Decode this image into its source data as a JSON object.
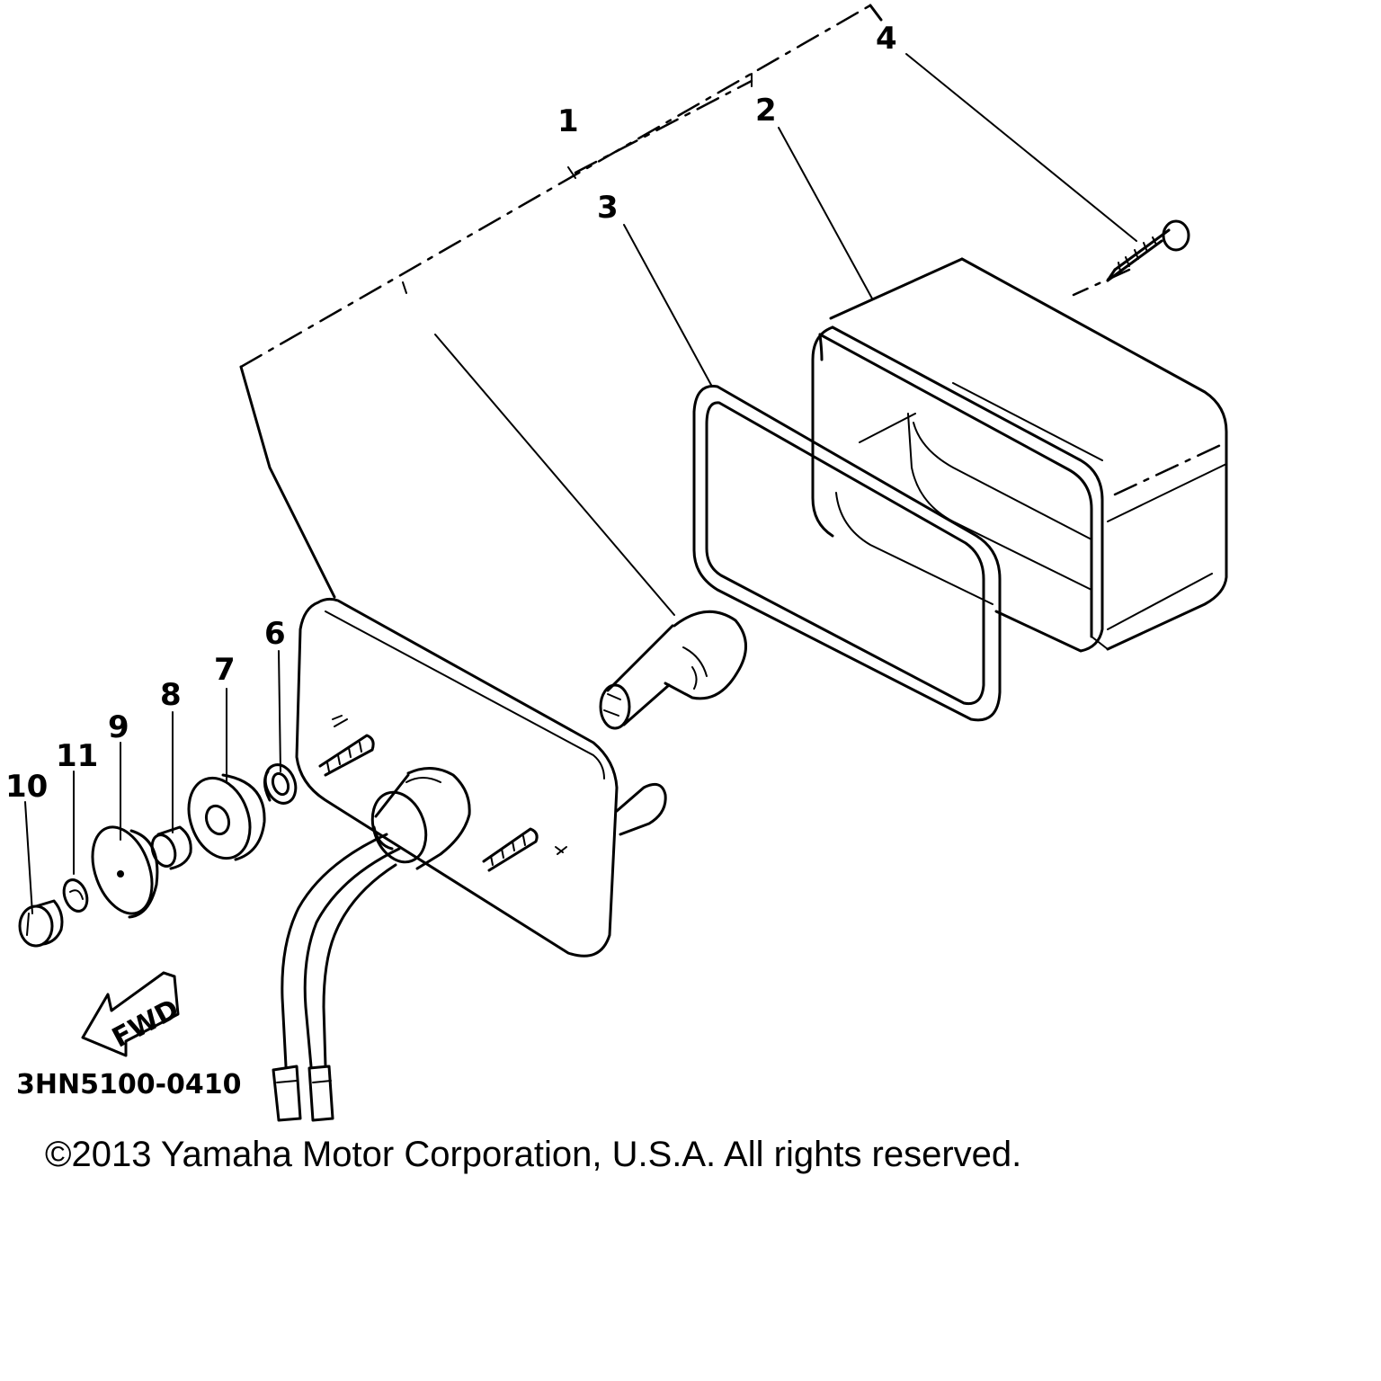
{
  "callouts": {
    "c1": "1",
    "c2": "2",
    "c3": "3",
    "c4": "4",
    "c6": "6",
    "c7": "7",
    "c8": "8",
    "c9": "9",
    "c10": "10",
    "c11": "11"
  },
  "fwd_label": "FWD",
  "part_number": "3HN5100-0410",
  "copyright": "©2013 Yamaha Motor Corporation, U.S.A. All rights reserved.",
  "colors": {
    "ink": "#000000",
    "background": "#ffffff"
  },
  "icons": [
    "fwd-arrow-icon"
  ]
}
